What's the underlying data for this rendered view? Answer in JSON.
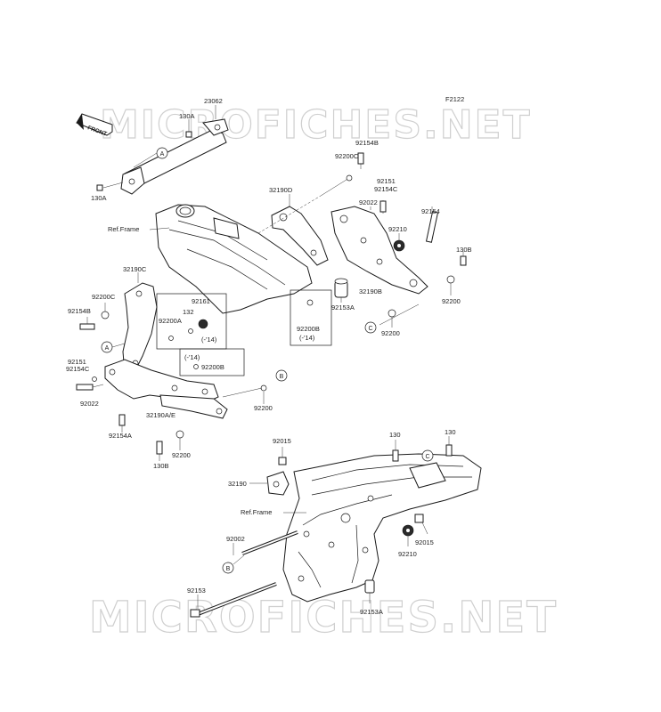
{
  "figure_code": "F2122",
  "watermark_text": "MICROFICHES.NET",
  "front_label": "FRONT",
  "labels": {
    "p23062": "23062",
    "p130A_top": "130A",
    "p130A_left": "130A",
    "p92154B_top": "92154B",
    "p92200C_top": "92200C",
    "p32190D": "32190D",
    "p92151_top": "92151",
    "p92154C_top": "92154C",
    "p92022_top": "92022",
    "p92154_top": "92154",
    "p92210_top": "92210",
    "p130B_top": "130B",
    "refframe_top": "Ref.Frame",
    "p32190C": "32190C",
    "p92200C_left": "92200C",
    "p92154B_left": "92154B",
    "p92161": "92161",
    "p132": "132",
    "p92200A": "92200A",
    "year_14_a": "(-'14)",
    "p32190B": "32190B",
    "p92153A_top": "92153A",
    "p92200B_mid": "92200B",
    "year_14_b": "(-'14)",
    "p92200_right": "92200",
    "p92200_c": "92200",
    "year_14_c": "(-'14)",
    "p92200B_low": "92200B",
    "p92151_left": "92151",
    "p92154C_left": "92154C",
    "p92022_left": "92022",
    "p32190AE": "32190A/E",
    "p92200_mid": "92200",
    "p92154A": "92154A",
    "p92200_low": "92200",
    "p130B_low": "130B",
    "p92015_top": "92015",
    "p130_a": "130",
    "p130_b": "130",
    "p32190": "32190",
    "refframe_low": "Ref.Frame",
    "p92002": "92002",
    "p92015_right": "92015",
    "p92210_low": "92210",
    "p92153": "92153",
    "p92153A_low": "92153A"
  },
  "callouts": {
    "A1": "A",
    "A2": "A",
    "B1": "B",
    "B2": "B",
    "C1": "C",
    "C2": "C"
  }
}
